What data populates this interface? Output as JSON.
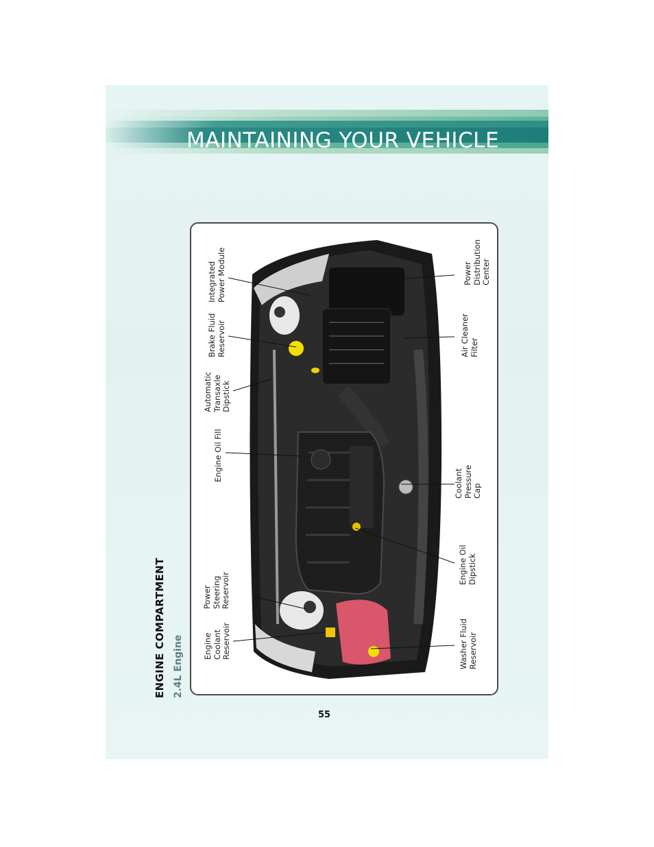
{
  "header": {
    "title": "MAINTAINING YOUR VEHICLE"
  },
  "section": {
    "heading": "ENGINE COMPARTMENT",
    "subheading": "2.4L Engine"
  },
  "labels": {
    "integrated_power_module": "Integrated\nPower Module",
    "brake_fluid_reservoir": "Brake Fluid\nReservoir",
    "automatic_transaxle_dipstick": "Automatic\nTransaxle\nDipstick",
    "engine_oil_fill": "Engine Oil Fill",
    "power_steering_reservoir": "Power\nSteering\nReservoir",
    "engine_coolant_reservoir": "Engine\nCoolant\nReservoir",
    "power_distribution_center": "Power\nDistribution\nCenter",
    "air_cleaner_filter": "Air Cleaner\nFilter",
    "coolant_pressure_cap": "Coolant\nPressure\nCap",
    "engine_oil_dipstick": "Engine Oil\nDipstick",
    "washer_fluid_reservoir": "Washer Fluid\nReservoir"
  },
  "footer": {
    "page_number": "55"
  },
  "colors": {
    "banner_dark": "#1f7d7a",
    "banner_mid": "#2f9b8f",
    "banner_light": "#7fc4a9",
    "page_bg": "#e6f4f3"
  }
}
